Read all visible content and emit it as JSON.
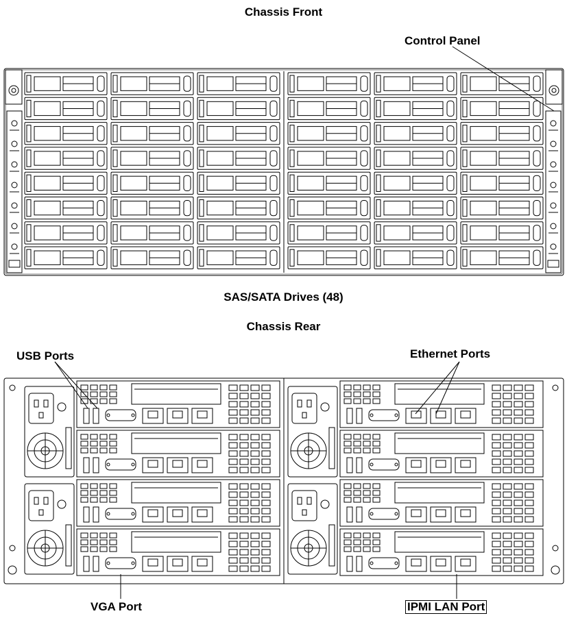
{
  "front": {
    "title": "Chassis Front",
    "control_panel_label": "Control Panel",
    "drives_label": "SAS/SATA Drives (48)"
  },
  "rear": {
    "title": "Chassis Rear",
    "usb_label": "USB Ports",
    "ethernet_label": "Ethernet Ports",
    "vga_label": "VGA Port",
    "ipmi_label": "IPMI LAN Port"
  }
}
